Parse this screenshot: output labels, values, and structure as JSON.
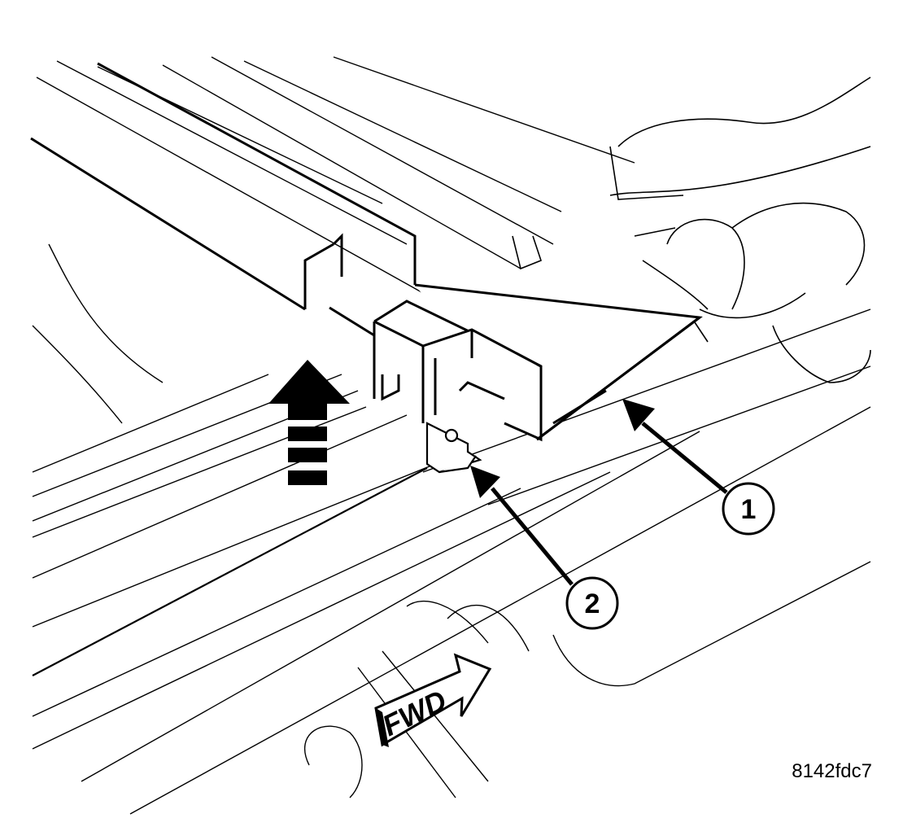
{
  "figure": {
    "id_code": "8142fdc7",
    "direction_label": "FWD",
    "callouts": [
      {
        "number": "1"
      },
      {
        "number": "2"
      }
    ]
  },
  "colors": {
    "ink": "#000000",
    "paper": "#ffffff"
  }
}
